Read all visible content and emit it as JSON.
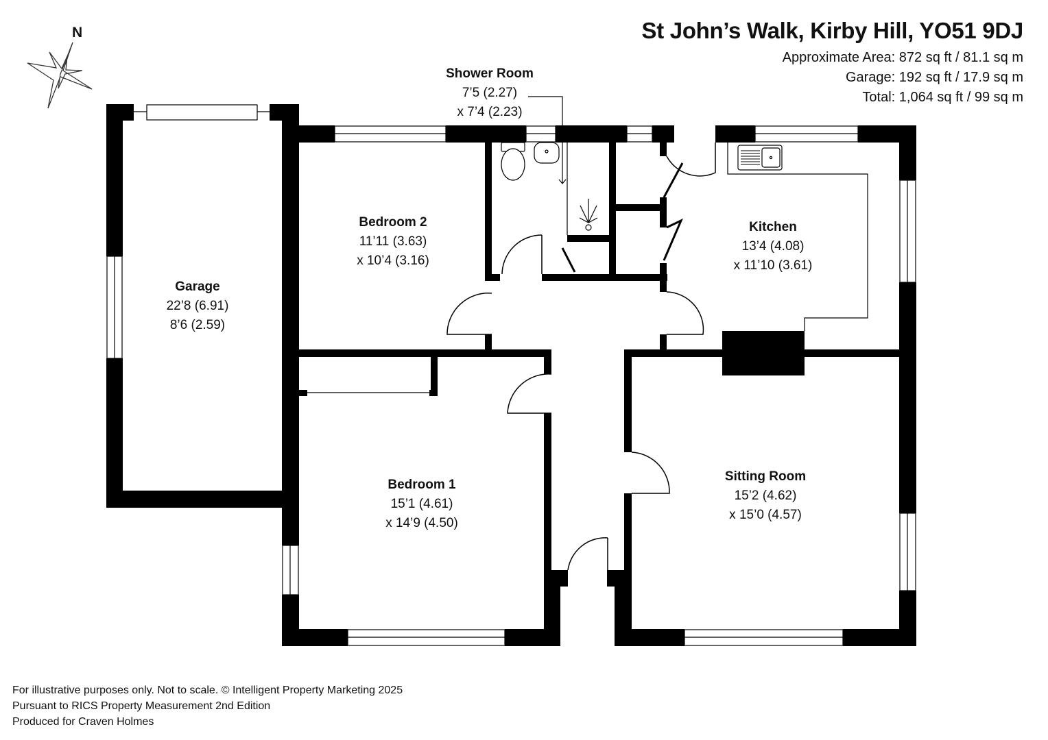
{
  "header": {
    "title": "St John’s Walk, Kirby Hill, YO51 9DJ",
    "areas": [
      "Approximate Area: 872 sq ft / 81.1 sq m",
      "Garage: 192 sq ft / 17.9 sq m",
      "Total: 1,064 sq ft /  99 sq m"
    ]
  },
  "compass": {
    "label": "N",
    "icon": "compass-star-icon"
  },
  "rooms": {
    "garage": {
      "name": "Garage",
      "dim1": "22’8 (6.91)",
      "dim2": "8’6 (2.59)"
    },
    "bedroom2": {
      "name": "Bedroom 2",
      "dim1": "11’11 (3.63)",
      "dim2": "x 10’4 (3.16)"
    },
    "shower": {
      "name": "Shower Room",
      "dim1": "7’5 (2.27)",
      "dim2": "x 7’4 (2.23)"
    },
    "kitchen": {
      "name": "Kitchen",
      "dim1": "13’4 (4.08)",
      "dim2": "x 11’10 (3.61)"
    },
    "bedroom1": {
      "name": "Bedroom 1",
      "dim1": "15’1 (4.61)",
      "dim2": "x 14’9 (4.50)"
    },
    "sitting": {
      "name": "Sitting Room",
      "dim1": "15’2 (4.62)",
      "dim2": "x 15’0 (4.57)"
    }
  },
  "footer": {
    "lines": [
      "For illustrative purposes only. Not to scale. © Intelligent Property Marketing 2025",
      "Pursuant to RICS Property Measurement 2nd Edition",
      "Produced for Craven Holmes"
    ]
  }
}
